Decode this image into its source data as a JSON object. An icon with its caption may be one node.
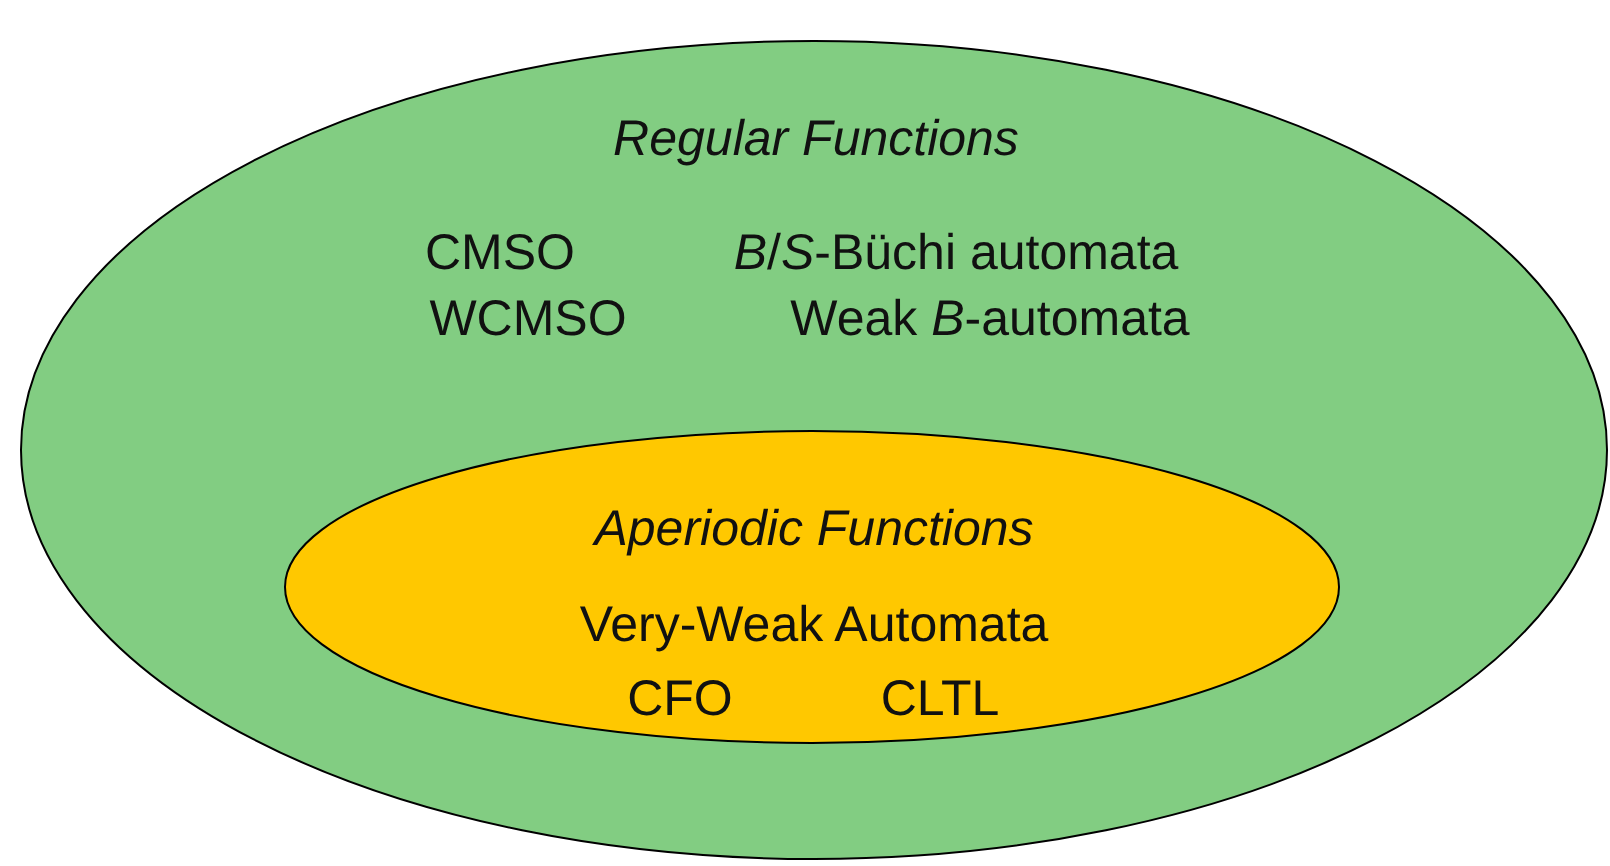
{
  "diagram": {
    "nodes": [
      {
        "text": [
          "Regular Functions",
          "CMSO",
          "*B*/*S*-Büchi automata",
          "WCMSO",
          "Weak *B*-automata"
        ]
      },
      {
        "text": [
          "Aperiodic Functions",
          "Very-Weak Automata",
          "CFO",
          "CLTL"
        ],
        "in": 0
      }
    ],
    "edges": []
  }
}
